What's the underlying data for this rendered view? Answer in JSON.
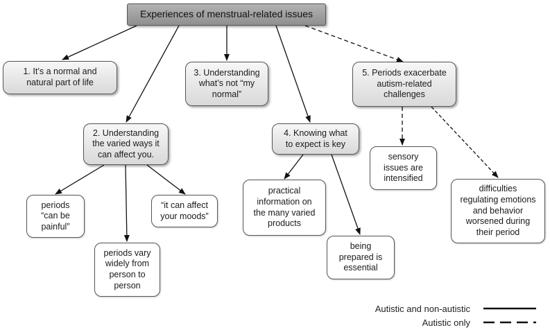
{
  "diagram": {
    "root": "Experiences of menstrual-related issues",
    "themes": {
      "t1": "1. It’s a normal and\nnatural part of life",
      "t2": "2. Understanding\nthe varied ways it\ncan affect you.",
      "t3": "3. Understanding\nwhat’s not “my\nnormal”",
      "t4": "4. Knowing what\nto expect is key",
      "t5": "5. Periods exacerbate\nautism-related\nchallenges"
    },
    "subthemes": {
      "s2a": "periods\n“can be\npainful”",
      "s2b": "periods vary\nwidely from\nperson to\nperson",
      "s2c": "“it can affect\nyour moods”",
      "s4a": "practical\ninformation on\nthe many varied\nproducts",
      "s4b": "being\nprepared is\nessential",
      "s5a": "sensory\nissues are\nintensified",
      "s5b": "difficulties\nregulating emotions\nand behavior\nworsened during\ntheir period"
    }
  },
  "legend": {
    "solid_label": "Autistic and non-autistic",
    "dashed_label": "Autistic only"
  }
}
